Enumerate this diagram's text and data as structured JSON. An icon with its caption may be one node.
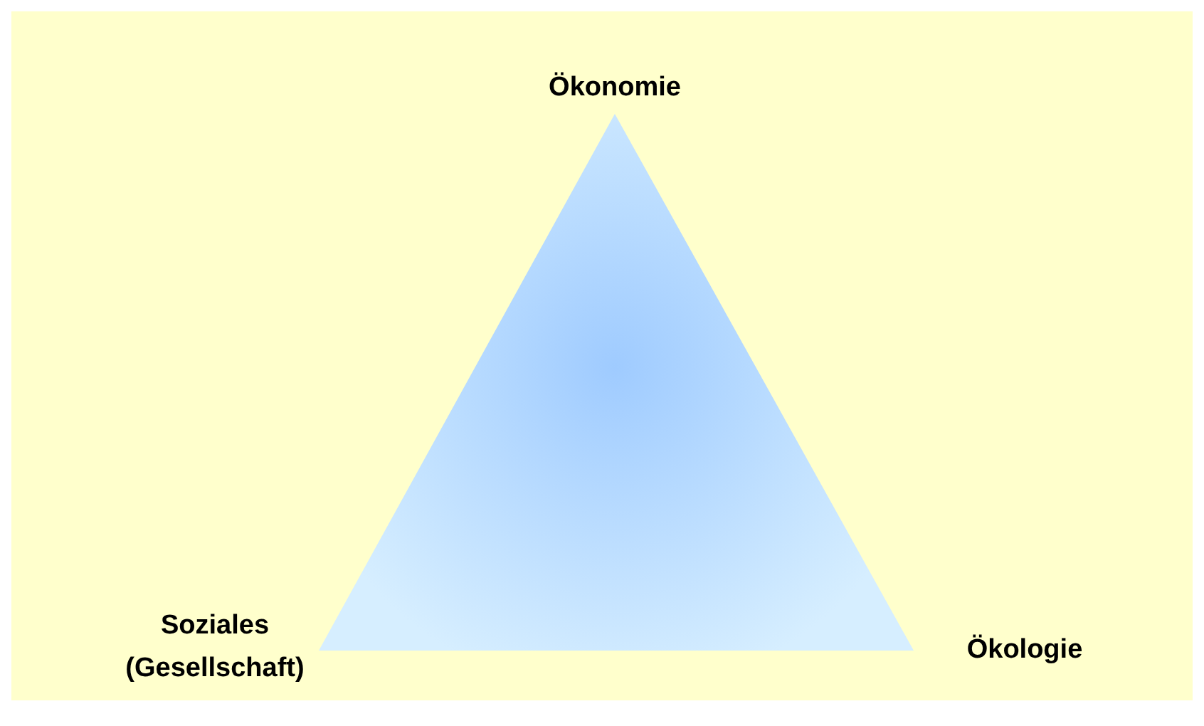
{
  "diagram": {
    "labels": [
      "Ökonomie",
      "Soziales (Gesellschaft)",
      "Ökologie"
    ]
  }
}
